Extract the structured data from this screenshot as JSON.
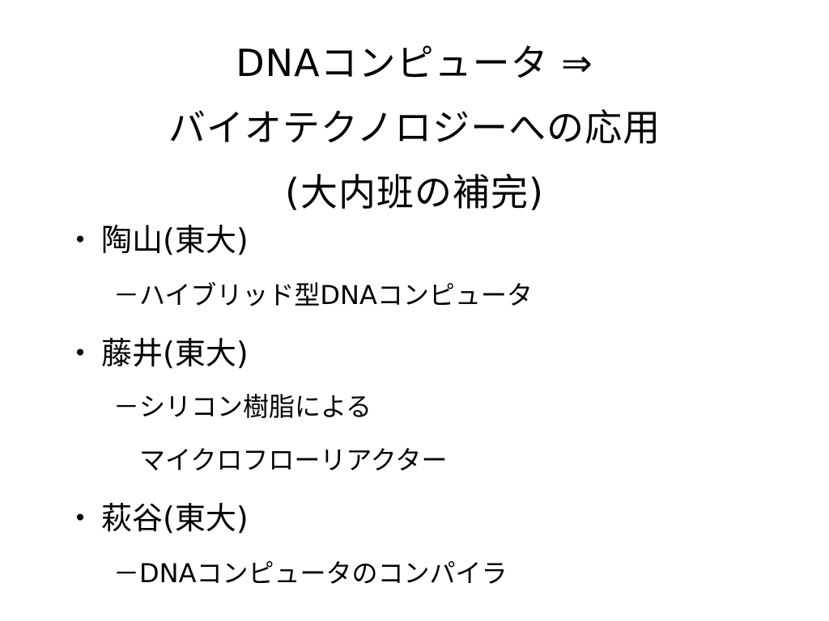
{
  "slide": {
    "title_lines": [
      "DNAコンピュータ ⇒",
      "バイオテクノロジーへの応用",
      "(大内班の補完)"
    ],
    "bullets": [
      {
        "marker": "・",
        "text": "陶山(東大)",
        "sub": [
          {
            "marker": "－",
            "text": "ハイブリッド型DNAコンピュータ"
          }
        ]
      },
      {
        "marker": "・",
        "text": "藤井(東大)",
        "sub": [
          {
            "marker": "－",
            "text": "シリコン樹脂による"
          },
          {
            "marker": "",
            "text": "マイクロフローリアクター"
          }
        ]
      },
      {
        "marker": "・",
        "text": "萩谷(東大)",
        "sub": [
          {
            "marker": "－",
            "text": "DNAコンピュータのコンパイラ"
          }
        ]
      }
    ]
  }
}
